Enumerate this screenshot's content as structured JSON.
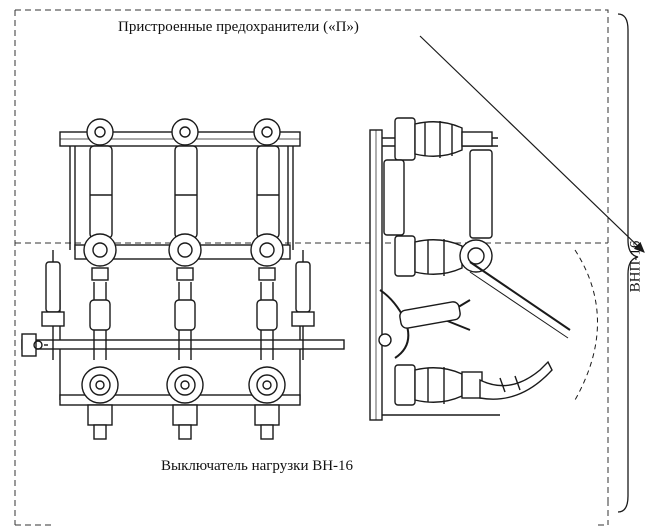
{
  "labels": {
    "built_in_fuses": "Пристроенные предохранители («П»)",
    "load_switch": "Выключатель нагрузки ВН-16",
    "assembly": "ВНП-16"
  },
  "colors": {
    "ink": "#1a1a1a",
    "paper": "#ffffff",
    "dashed": "#333333"
  },
  "icons": {
    "fuse": "fuse-icon",
    "insulator": "insulator-icon",
    "drive-shaft": "shaft-icon",
    "pointer": "arrow-icon"
  }
}
